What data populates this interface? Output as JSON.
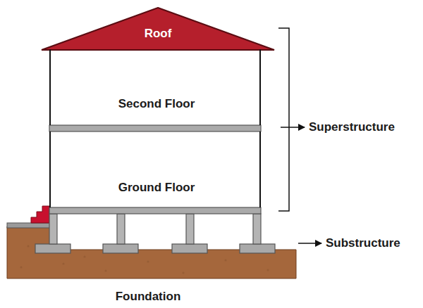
{
  "diagram": {
    "nodes": [
      {
        "text": [
          "Roof"
        ]
      },
      {
        "text": [
          "Second Floor"
        ]
      },
      {
        "text": [
          "Ground Floor"
        ]
      }
    ],
    "labels": [
      "Superstructure",
      "Substructure",
      "Foundation"
    ]
  }
}
